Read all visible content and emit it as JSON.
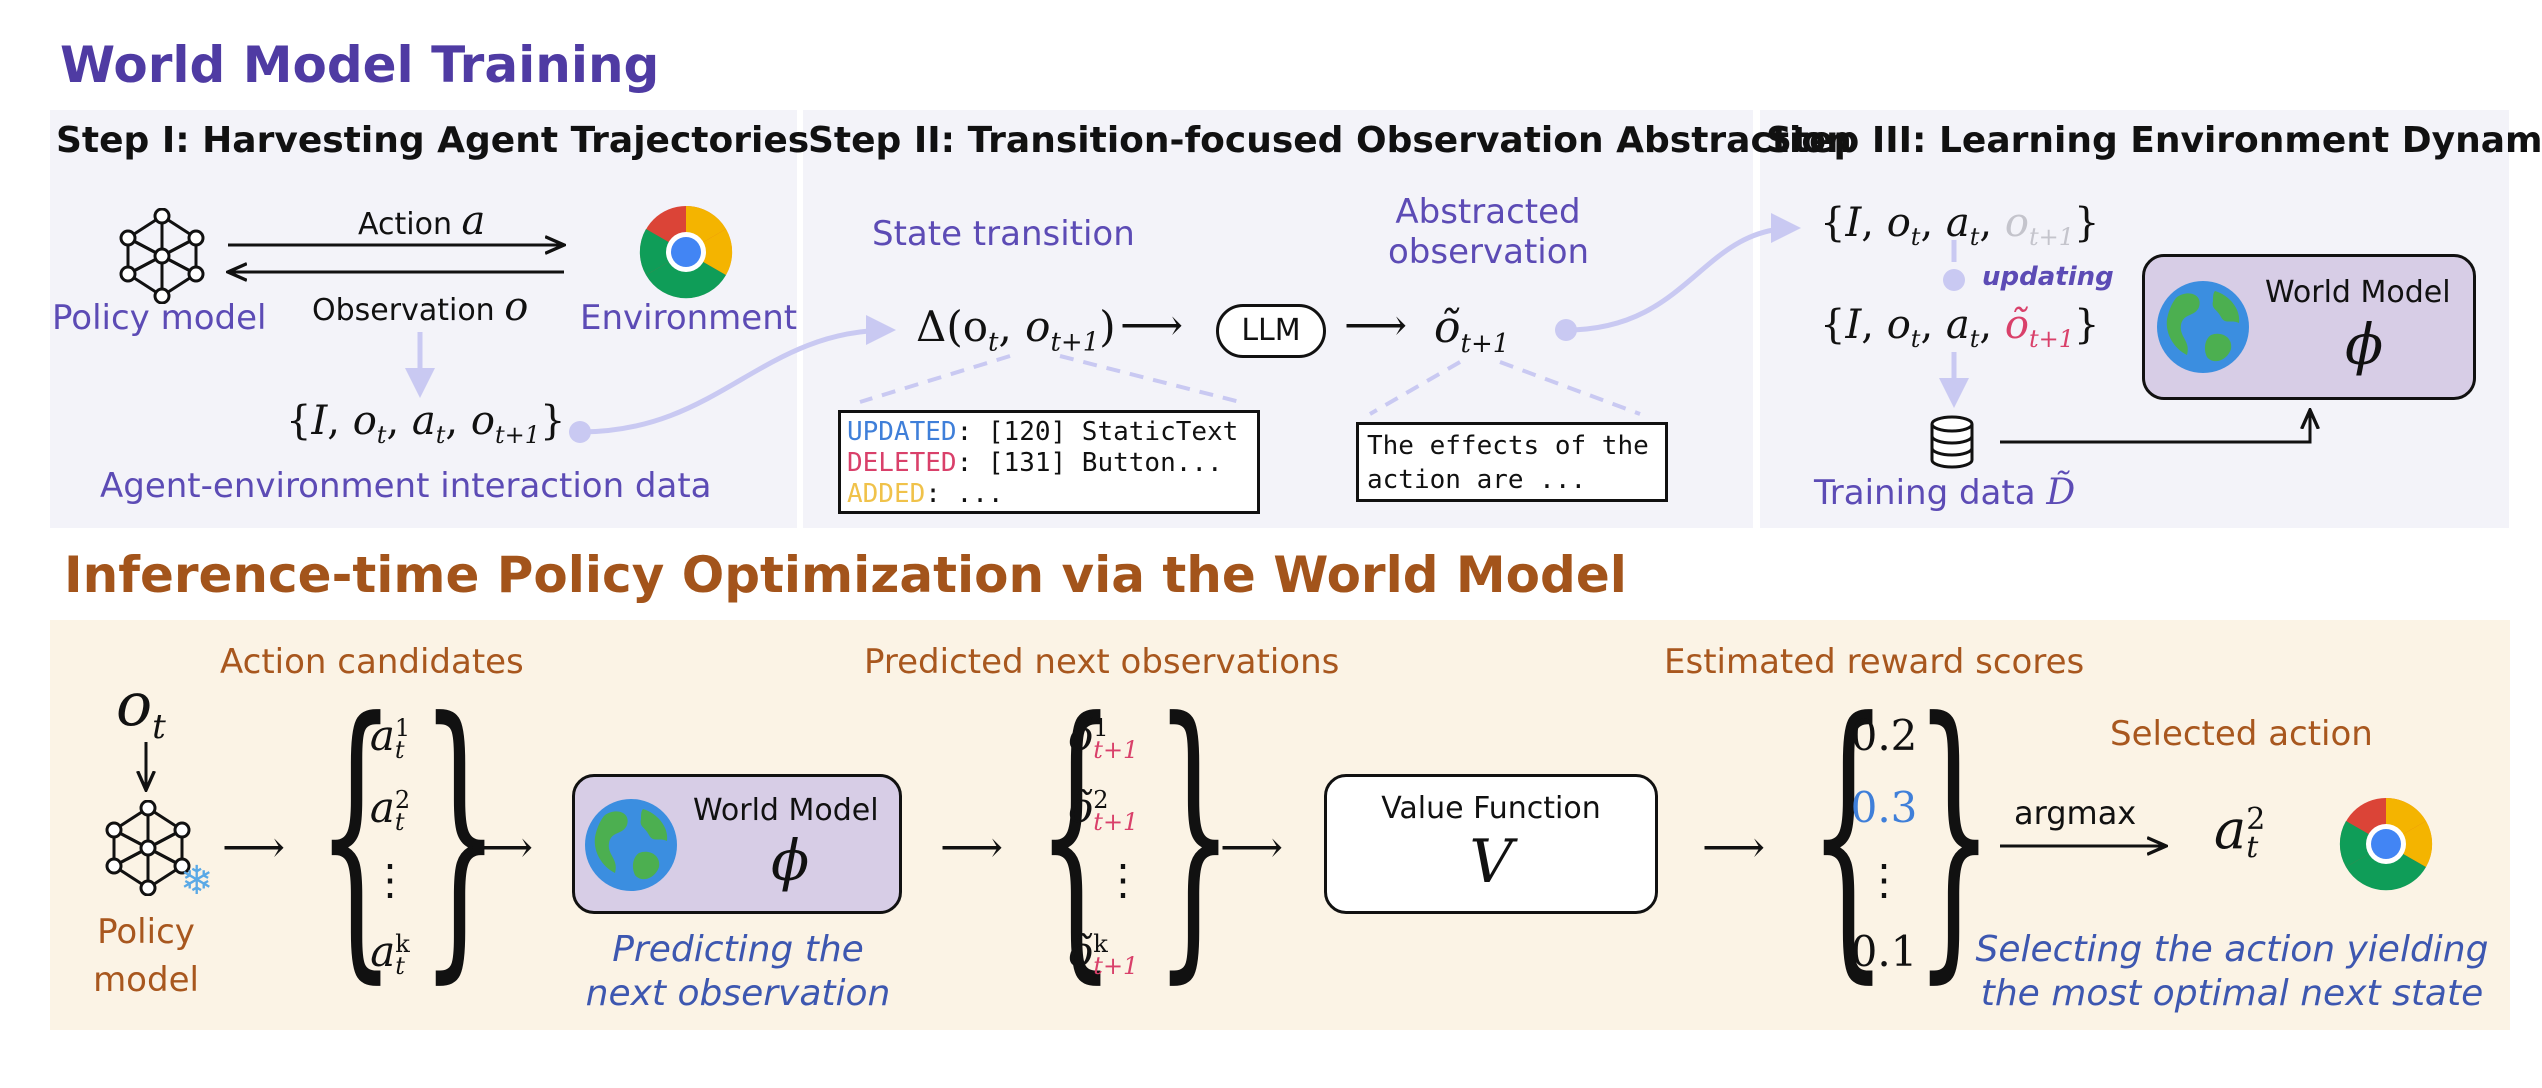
{
  "training": {
    "title": "World Model Training",
    "step1": {
      "title": "Step I: Harvesting Agent Trajectories",
      "action_label": "Action",
      "action_var": "a",
      "observation_label": "Observation",
      "observation_var": "o",
      "policy_label": "Policy model",
      "env_label": "Environment",
      "tuple_open": "{",
      "tuple_I": "I",
      "tuple_ot": "o",
      "tuple_sub_t": "t",
      "tuple_at": "a",
      "tuple_ot1": "o",
      "tuple_sub_t1": "t+1",
      "tuple_close": "}",
      "data_label": "Agent-environment interaction data"
    },
    "step2": {
      "title": "Step II: Transition-focused Observation Abstraction",
      "state_label": "State transition",
      "abstract_label_1": "Abstracted",
      "abstract_label_2": "observation",
      "delta": "Δ(o",
      "llm": "LLM",
      "otilde": "õ",
      "sub_t1": "t+1",
      "diff_updated_key": "UPDATED",
      "diff_updated_val": ": [120] StaticText",
      "diff_deleted_key": "DELETED",
      "diff_deleted_val": ": [131] Button...",
      "diff_added_key": "ADDED",
      "diff_added_val": ": ...",
      "effects_line1": "The effects of the",
      "effects_line2": "action are ..."
    },
    "step3": {
      "title": "Step III: Learning Environment Dynamics",
      "updating": "updating",
      "wm_title": "World Model",
      "wm_var": "ϕ",
      "training_label": "Training data",
      "training_var": "D̃"
    }
  },
  "inference": {
    "title": "Inference-time Policy Optimization via the World Model",
    "ot": "o",
    "ot_sub": "t",
    "policy_label_1": "Policy",
    "policy_label_2": "model",
    "action_candidates": "Action candidates",
    "actions": [
      {
        "base": "a",
        "sub": "t",
        "sup": "1"
      },
      {
        "base": "a",
        "sub": "t",
        "sup": "2"
      },
      {
        "base": "⋮",
        "sub": "",
        "sup": ""
      },
      {
        "base": "a",
        "sub": "t",
        "sup": "k"
      }
    ],
    "wm_title": "World Model",
    "wm_var": "ϕ",
    "predicting_1": "Predicting the",
    "predicting_2": "next observation",
    "predicted_label": "Predicted next observations",
    "predicted": [
      {
        "base": "õ",
        "sub": "t+1",
        "sup": "1"
      },
      {
        "base": "õ",
        "sub": "t+1",
        "sup": "2"
      },
      {
        "base": "⋮",
        "sub": "",
        "sup": ""
      },
      {
        "base": "õ",
        "sub": "t+1",
        "sup": "k"
      }
    ],
    "vf_title": "Value Function",
    "vf_var": "V",
    "reward_label": "Estimated reward scores",
    "rewards": [
      "0.2",
      "0.3",
      "⋮",
      "0.1"
    ],
    "selected_label": "Selected action",
    "argmax": "argmax",
    "selected_base": "a",
    "selected_sub": "t",
    "selected_sup": "2",
    "selecting_1": "Selecting the action yielding",
    "selecting_2": "the most optimal next state"
  },
  "colors": {
    "purple": "#4f3ba3",
    "brown": "#a3541b",
    "panel_bg": "#f3f3f9",
    "inference_bg": "#fbf3e5",
    "wm_fill": "#d7cde6",
    "updated": "#3f7fd9",
    "deleted": "#d9406a",
    "added": "#f0c24a"
  },
  "icons": [
    "neural-network-icon",
    "chrome-icon",
    "globe-icon",
    "database-icon",
    "snowflake-icon"
  ]
}
